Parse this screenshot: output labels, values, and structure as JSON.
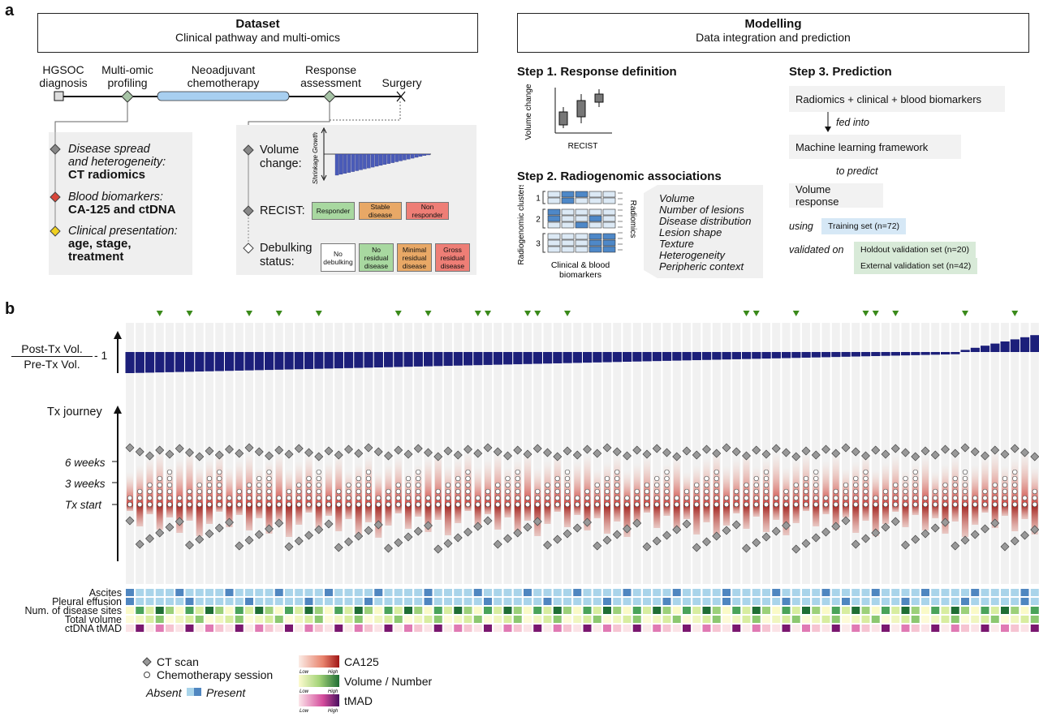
{
  "panel_a": {
    "letter": "a",
    "dataset": {
      "title": "Dataset",
      "subtitle": "Clinical pathway and multi-omics"
    },
    "modelling": {
      "title": "Modelling",
      "subtitle": "Data integration and prediction"
    },
    "timeline": {
      "hgsoc": "HGSOC\ndiagnosis",
      "multiomic": "Multi-omic\nprofiling",
      "neoadj": "Neoadjuvant\nchemotherapy",
      "response": "Response\nassessment",
      "surgery": "Surgery"
    },
    "left_box": [
      {
        "italic": "Disease spread\nand heterogeneity:",
        "bold": "CT radiomics",
        "color": "#888888"
      },
      {
        "italic": "Blood biomarkers:",
        "bold": "CA-125 and ctDNA",
        "color": "#d9463a"
      },
      {
        "italic": "Clinical presentation:",
        "bold": "age, stage,\ntreatment",
        "color": "#f0d020"
      }
    ],
    "right_box": {
      "volume_change": "Volume\nchange:",
      "growth": "Growth",
      "shrinkage": "Shrinkage",
      "recist": "RECIST:",
      "recist_chips": [
        {
          "label": "Responder",
          "color": "#a8d8a0"
        },
        {
          "label": "Stable\ndisease",
          "color": "#e8a866"
        },
        {
          "label": "Non\nresponder",
          "color": "#ee7e76"
        }
      ],
      "debulking": "Debulking\nstatus:",
      "debulking_chips": [
        {
          "label": "No\ndebulking",
          "color": "#ffffff"
        },
        {
          "label": "No\nresidual\ndisease",
          "color": "#a8d8a0"
        },
        {
          "label": "Minimal\nresidual\ndisease",
          "color": "#e8a866"
        },
        {
          "label": "Gross\nresidual\ndisease",
          "color": "#ee7e76"
        }
      ]
    },
    "step1": {
      "title": "Step 1. Response definition",
      "ylabel": "Volume\nchange",
      "xlabel": "RECIST"
    },
    "step2": {
      "title": "Step 2. Radiogenomic associations",
      "ylabel": "Radiogenomic\nclusters",
      "rlabel": "Radiomics",
      "xlabel": "Clinical & blood\nbiomarkers",
      "clusters": [
        "1",
        "2",
        "3"
      ],
      "features": [
        "Volume",
        "Number of lesions",
        "Disease distribution",
        "Lesion shape",
        "Texture",
        "Heterogeneity",
        "Peripheric context"
      ]
    },
    "step3": {
      "title": "Step 3. Prediction",
      "box1": "Radiomics + clinical + blood biomarkers",
      "fed_into": "fed into",
      "box2": "Machine learning framework",
      "to_predict": "to predict",
      "box3": "Volume response",
      "using": "using",
      "training": "Training set (n=72)",
      "validated_on": "validated on",
      "holdout": "Holdout validation set (n=20)",
      "external": "External validation set (n=42)"
    }
  },
  "panel_b": {
    "letter": "b",
    "ylabel_top_num": "Post-Tx Vol.",
    "ylabel_top_den": "Pre-Tx Vol.",
    "ylabel_top_suffix": "- 1",
    "tx_journey": "Tx journey",
    "ticks": [
      "6 weeks",
      "3 weeks",
      "Tx start"
    ],
    "rows": [
      "Ascites",
      "Pleural effusion",
      "Num. of disease sites",
      "Total volume",
      "ctDNA tMAD"
    ],
    "legend": {
      "ct": "CT scan",
      "chemo": "Chemotherapy session",
      "absent": "Absent",
      "present": "Present",
      "ca125": "CA125",
      "volnum": "Volume / Number",
      "tmad": "tMAD",
      "low": "Low",
      "high": "High"
    },
    "colors": {
      "bar": "#1c1f7a",
      "ca125": "#b3201c",
      "ct": "#8a8a8a",
      "triangle": "#3a8a1a"
    }
  }
}
